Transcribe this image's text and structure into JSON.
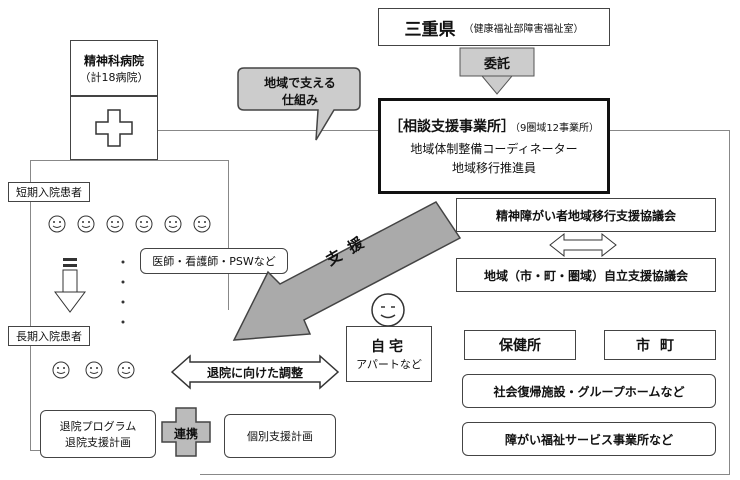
{
  "prefecture": {
    "name": "三重県",
    "dept": "（健康福祉部障害福祉室）"
  },
  "commission": "委託",
  "support_center": {
    "title": "［相談支援事業所］",
    "count": "（9圏域12事業所）",
    "line1": "地域体制整備コーディネーター",
    "line2": "地域移行推進員"
  },
  "callout": {
    "line1": "地域で支える",
    "line2": "仕組み"
  },
  "hospital": {
    "name": "精神科病院",
    "count": "（計18病院）"
  },
  "short_term": "短期入院患者",
  "long_term": "長期入院患者",
  "staff": "医師・看護師・PSWなど",
  "support_arrow": "支援",
  "council1": "精神障がい者地域移行支援協議会",
  "council2": "地域（市・町・圏域）自立支援協議会",
  "home": {
    "title": "自宅",
    "sub": "アパートなど"
  },
  "adjustment": "退院に向けた調整",
  "health_center": "保健所",
  "municipality": "市町",
  "social_facility": "社会復帰施設・グループホームなど",
  "welfare_service": "障がい福祉サービス事業所など",
  "program": {
    "line1": "退院プログラム",
    "line2": "退院支援計画"
  },
  "cooperation": "連携",
  "individual_plan": "個別支援計画"
}
